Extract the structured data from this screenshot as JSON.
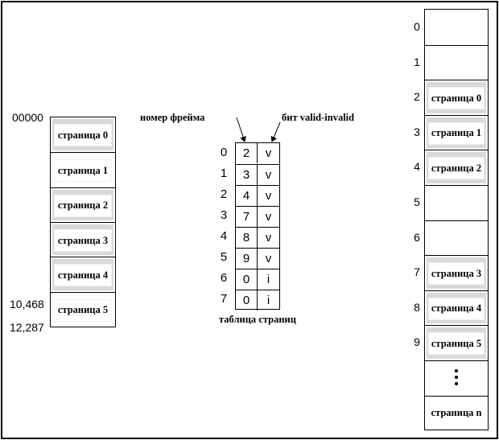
{
  "logical_memory": {
    "start_address": "00000",
    "mid_address": "10,468",
    "end_address": "12,287",
    "pages": [
      "страница 0",
      "страница 1",
      "страница 2",
      "страница 3",
      "страница 4",
      "страница 5"
    ],
    "shaded": [
      true,
      false,
      true,
      true,
      true,
      false
    ]
  },
  "page_table": {
    "frame_number_label": "номер фрейма",
    "valid_invalid_label": "бит valid-invalid",
    "caption": "таблица страниц",
    "rows": [
      {
        "index": "0",
        "frame": "2",
        "bit": "v"
      },
      {
        "index": "1",
        "frame": "3",
        "bit": "v"
      },
      {
        "index": "2",
        "frame": "4",
        "bit": "v"
      },
      {
        "index": "3",
        "frame": "7",
        "bit": "v"
      },
      {
        "index": "4",
        "frame": "8",
        "bit": "v"
      },
      {
        "index": "5",
        "frame": "9",
        "bit": "v"
      },
      {
        "index": "6",
        "frame": "0",
        "bit": "i"
      },
      {
        "index": "7",
        "frame": "0",
        "bit": "i"
      }
    ]
  },
  "physical_memory": {
    "frames": [
      {
        "index": "0",
        "label": ""
      },
      {
        "index": "1",
        "label": ""
      },
      {
        "index": "2",
        "label": "страница 0"
      },
      {
        "index": "3",
        "label": "страница 1"
      },
      {
        "index": "4",
        "label": "страница 2"
      },
      {
        "index": "5",
        "label": ""
      },
      {
        "index": "6",
        "label": ""
      },
      {
        "index": "7",
        "label": "страница 3"
      },
      {
        "index": "8",
        "label": "страница 4"
      },
      {
        "index": "9",
        "label": "страница 5"
      }
    ],
    "last_frame_label": "страница n"
  },
  "colors": {
    "border": "#000000",
    "shade": "#d9d9d9",
    "background": "#ffffff"
  }
}
